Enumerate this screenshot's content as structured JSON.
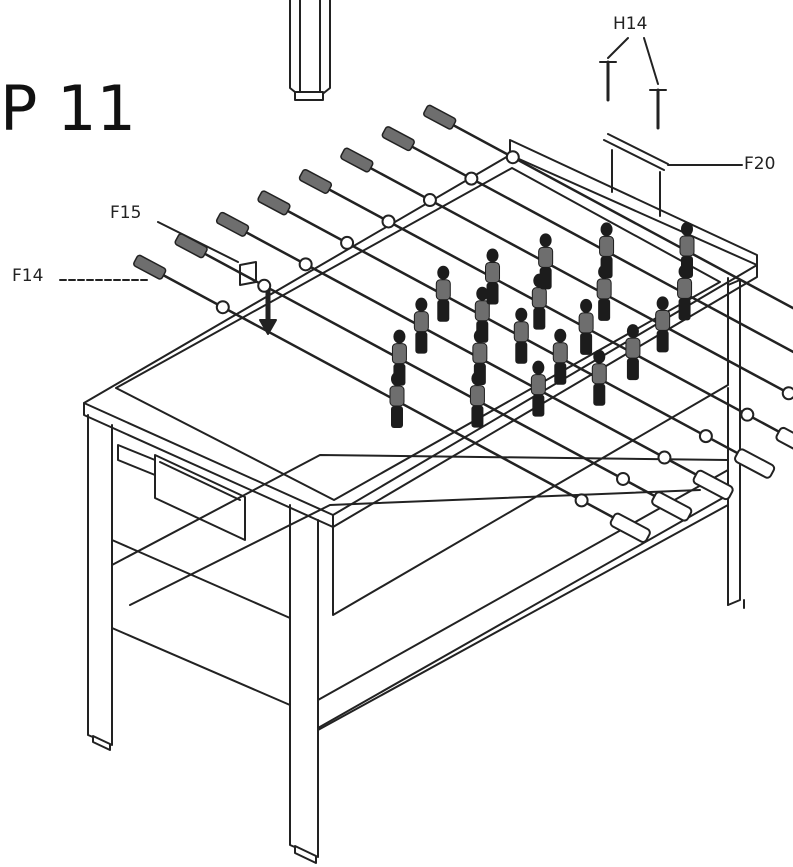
{
  "step": {
    "title": "P 11"
  },
  "callouts": {
    "h14": "H14",
    "f20": "F20",
    "f15": "F15",
    "f14": "F14"
  },
  "colors": {
    "line": "#222222",
    "figure_dark": "#1c1c1c",
    "figure_mid": "#6e6e6e",
    "background": "#ffffff"
  },
  "rods": {
    "count": 8,
    "figure_rows": [
      1,
      2,
      3,
      5,
      4,
      3,
      2,
      1
    ]
  }
}
